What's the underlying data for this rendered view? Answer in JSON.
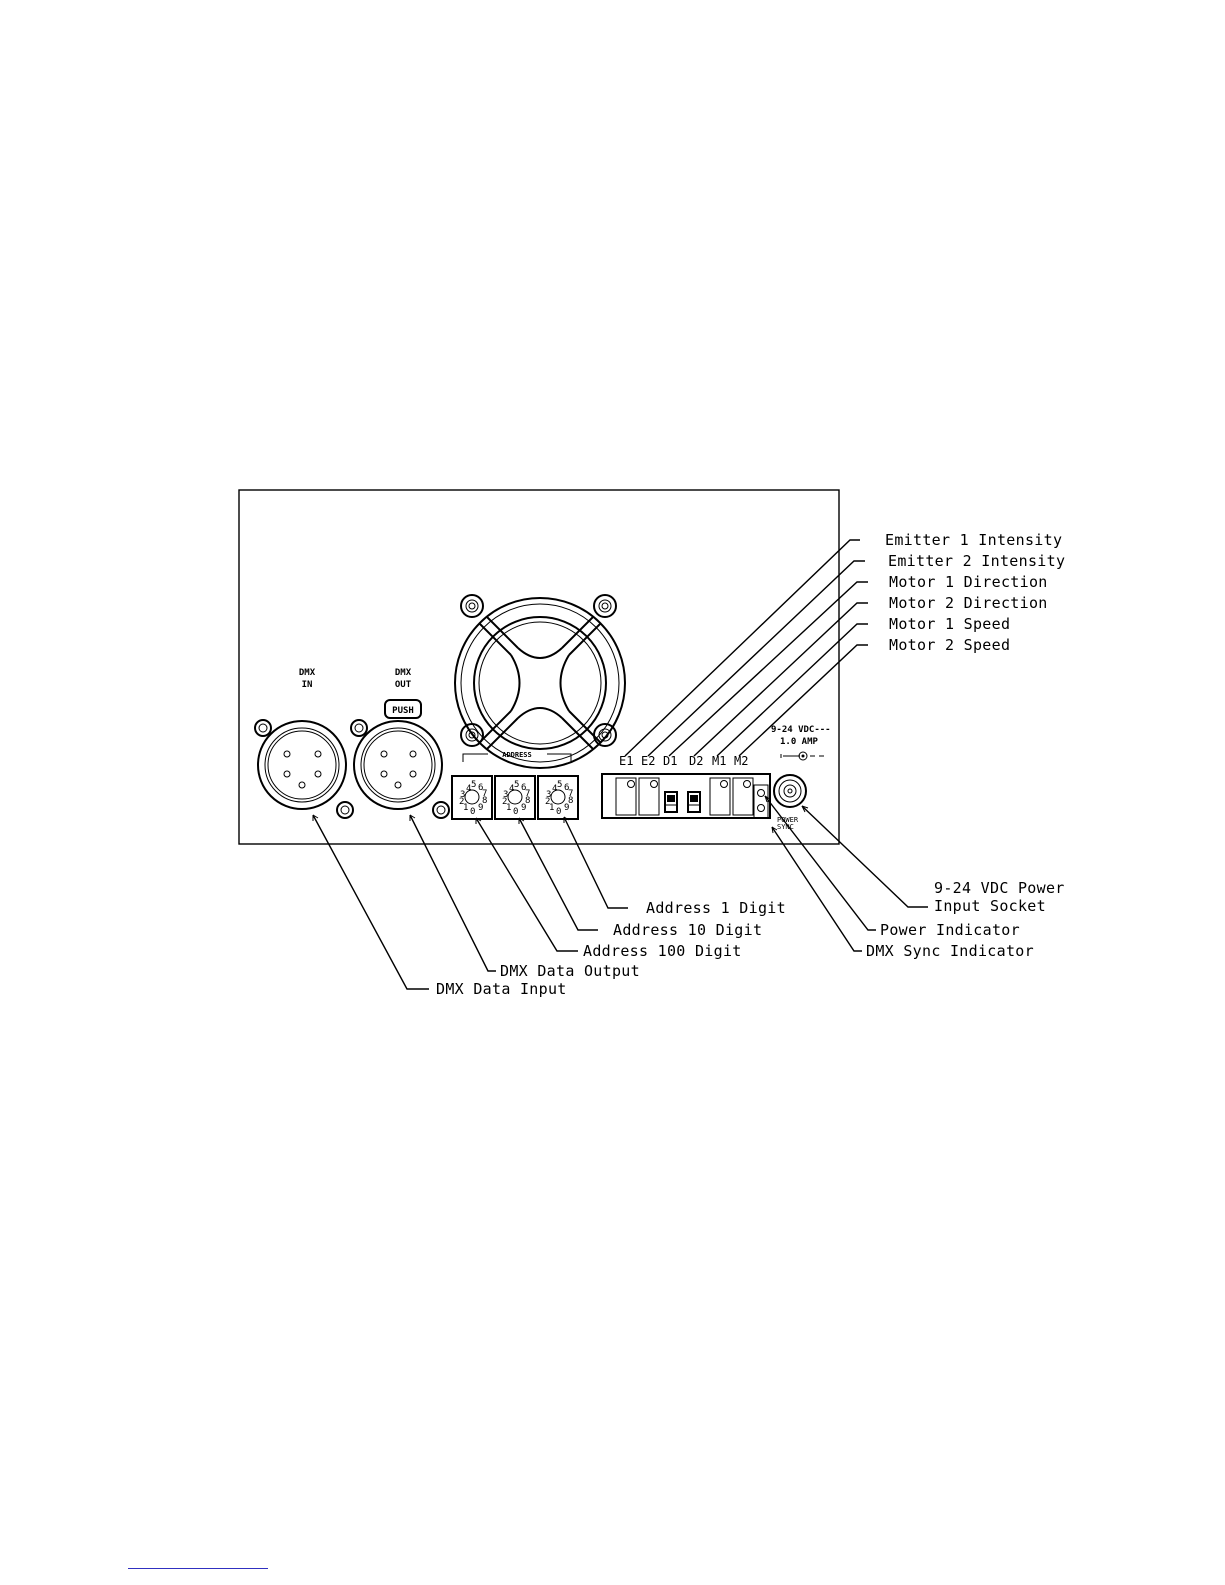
{
  "panel": {
    "dmx_in": {
      "line1": "DMX",
      "line2": "IN"
    },
    "dmx_out": {
      "line1": "DMX",
      "line2": "OUT",
      "push_label": "PUSH"
    },
    "address_label": "ADDRESS",
    "channel_labels": [
      "E1",
      "E2",
      "D1",
      "D2",
      "M1",
      "M2"
    ],
    "power_rating": {
      "line1": "9-24 VDC---",
      "line2": "1.0 AMP"
    },
    "led_labels": {
      "power": "POWER",
      "sync": "SYNC"
    },
    "dial_digits": [
      "4",
      "5",
      "6",
      "3",
      "7",
      "2",
      "8",
      "1",
      "9",
      "0"
    ]
  },
  "callouts": {
    "emitter1_intensity": "Emitter 1 Intensity",
    "emitter2_intensity": "Emitter 2 Intensity",
    "motor1_direction": "Motor 1 Direction",
    "motor2_direction": "Motor 2 Direction",
    "motor1_speed": "Motor 1 Speed",
    "motor2_speed": "Motor 2 Speed",
    "power_socket_line1": "9-24 VDC Power",
    "power_socket_line2": "Input Socket",
    "power_indicator": "Power Indicator",
    "dmx_sync_indicator": "DMX Sync Indicator",
    "address_1_digit": "Address 1 Digit",
    "address_10_digit": "Address 10 Digit",
    "address_100_digit": "Address 100 Digit",
    "dmx_data_output": "DMX Data Output",
    "dmx_data_input": "DMX Data Input"
  }
}
